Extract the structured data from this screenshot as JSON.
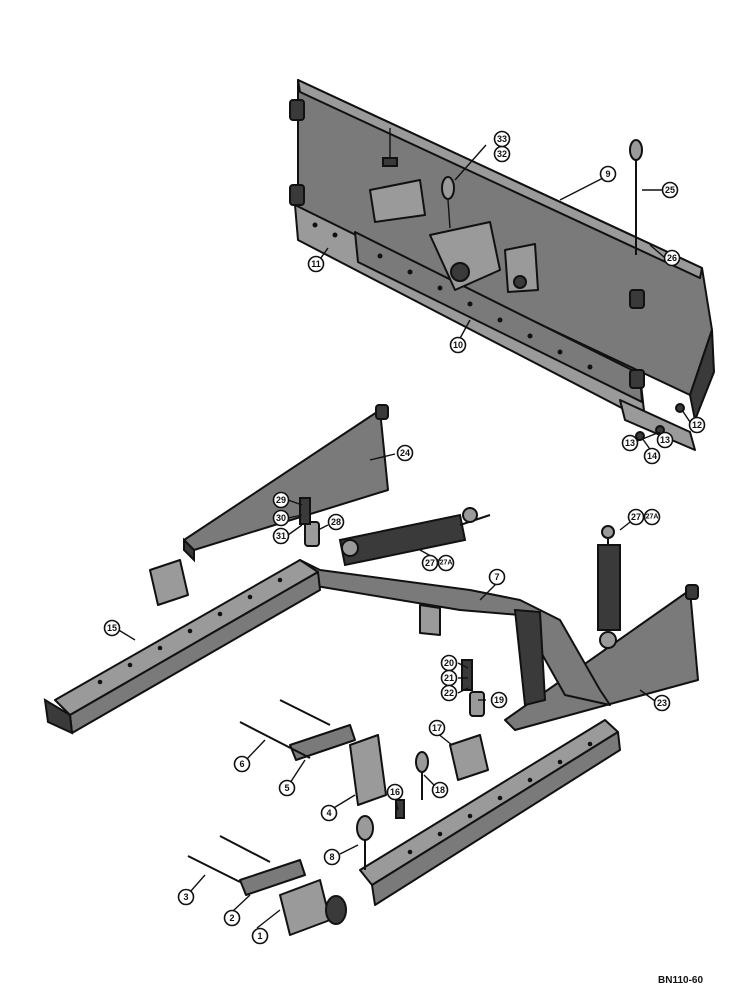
{
  "reference_code": "BN110-60",
  "callouts": [
    {
      "id": "c1",
      "label": "1"
    },
    {
      "id": "c2",
      "label": "2"
    },
    {
      "id": "c3",
      "label": "3"
    },
    {
      "id": "c4",
      "label": "4"
    },
    {
      "id": "c5",
      "label": "5"
    },
    {
      "id": "c6",
      "label": "6"
    },
    {
      "id": "c7",
      "label": "7"
    },
    {
      "id": "c8",
      "label": "8"
    },
    {
      "id": "c9",
      "label": "9"
    },
    {
      "id": "c10",
      "label": "10"
    },
    {
      "id": "c11",
      "label": "11"
    },
    {
      "id": "c12",
      "label": "12"
    },
    {
      "id": "c13",
      "label": "13"
    },
    {
      "id": "c14",
      "label": "14"
    },
    {
      "id": "c15",
      "label": "15"
    },
    {
      "id": "c16",
      "label": "16"
    },
    {
      "id": "c17",
      "label": "17"
    },
    {
      "id": "c18",
      "label": "18"
    },
    {
      "id": "c19",
      "label": "19"
    },
    {
      "id": "c20",
      "label": "20"
    },
    {
      "id": "c21",
      "label": "21"
    },
    {
      "id": "c22",
      "label": "22"
    },
    {
      "id": "c23",
      "label": "23"
    },
    {
      "id": "c24",
      "label": "24"
    },
    {
      "id": "c25",
      "label": "25"
    },
    {
      "id": "c26",
      "label": "26"
    },
    {
      "id": "c27a",
      "label": "27"
    },
    {
      "id": "c27b",
      "label": "27A"
    },
    {
      "id": "c27c",
      "label": "27"
    },
    {
      "id": "c27d",
      "label": "27A"
    },
    {
      "id": "c28",
      "label": "28"
    },
    {
      "id": "c29",
      "label": "29"
    },
    {
      "id": "c30",
      "label": "30"
    },
    {
      "id": "c31",
      "label": "31"
    },
    {
      "id": "c32",
      "label": "32"
    },
    {
      "id": "c33",
      "label": "33"
    },
    {
      "id": "c13b",
      "label": "13"
    }
  ]
}
